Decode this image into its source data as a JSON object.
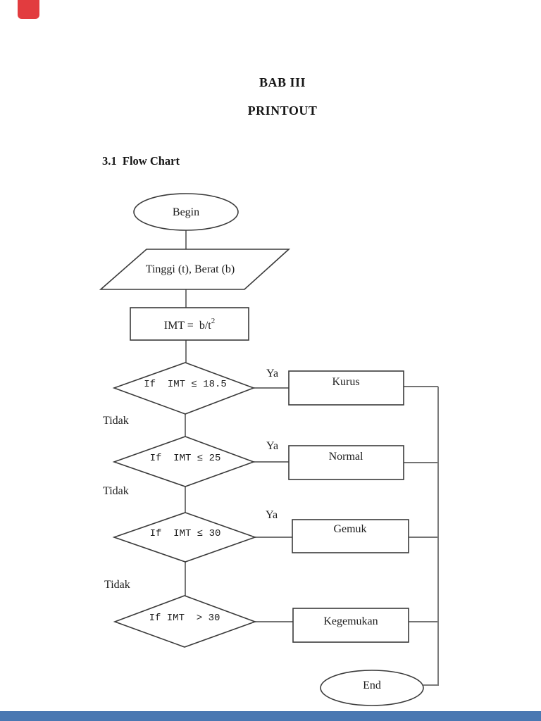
{
  "page": {
    "heading_line1": "BAB III",
    "heading_line2": "PRINTOUT",
    "section_title": "3.1  Flow Chart"
  },
  "chrome": {
    "top_left_marker_color": "#e23c3f",
    "bottom_bar_color": "#4a78b2"
  },
  "chart_data": {
    "type": "flowchart",
    "title": "3.1 Flow Chart",
    "nodes": [
      {
        "id": "begin",
        "shape": "ellipse",
        "label": "Begin"
      },
      {
        "id": "input",
        "shape": "parallelogram",
        "label": "Tinggi (t), Berat (b)"
      },
      {
        "id": "process",
        "shape": "rectangle",
        "label": "IMT = b/t^2"
      },
      {
        "id": "d1",
        "shape": "diamond",
        "label": "If  IMT ≤ 18.5"
      },
      {
        "id": "d2",
        "shape": "diamond",
        "label": "If  IMT ≤ 25"
      },
      {
        "id": "d3",
        "shape": "diamond",
        "label": "If  IMT ≤ 30"
      },
      {
        "id": "d4",
        "shape": "diamond",
        "label": "If IMT  > 30"
      },
      {
        "id": "r1",
        "shape": "rectangle",
        "label": "Kurus"
      },
      {
        "id": "r2",
        "shape": "rectangle",
        "label": "Normal"
      },
      {
        "id": "r3",
        "shape": "rectangle",
        "label": "Gemuk"
      },
      {
        "id": "r4",
        "shape": "rectangle",
        "label": "Kegemukan"
      },
      {
        "id": "end",
        "shape": "ellipse",
        "label": "End"
      }
    ],
    "edges": [
      {
        "from": "begin",
        "to": "input"
      },
      {
        "from": "input",
        "to": "process"
      },
      {
        "from": "process",
        "to": "d1"
      },
      {
        "from": "d1",
        "to": "r1",
        "label": "Ya"
      },
      {
        "from": "d1",
        "to": "d2",
        "label": "Tidak"
      },
      {
        "from": "d2",
        "to": "r2",
        "label": "Ya"
      },
      {
        "from": "d2",
        "to": "d3",
        "label": "Tidak"
      },
      {
        "from": "d3",
        "to": "r3",
        "label": "Ya"
      },
      {
        "from": "d3",
        "to": "d4",
        "label": "Tidak"
      },
      {
        "from": "d4",
        "to": "r4"
      },
      {
        "from": "r1",
        "to": "end"
      },
      {
        "from": "r2",
        "to": "end"
      },
      {
        "from": "r3",
        "to": "end"
      },
      {
        "from": "r4",
        "to": "end"
      }
    ]
  },
  "flowchart": {
    "nodes": {
      "begin": "Begin",
      "input": "Tinggi (t), Berat (b)",
      "process_base": "IMT =  b/t",
      "process_sup": "2",
      "d1": "If  IMT ≤ 18.5",
      "d2": "If  IMT ≤ 25",
      "d3": "If  IMT ≤ 30",
      "d4": "If IMT  > 30",
      "r1": "Kurus",
      "r2": "Normal",
      "r3": "Gemuk",
      "r4": "Kegemukan",
      "end": "End"
    },
    "labels": {
      "yes1": "Ya",
      "yes2": "Ya",
      "yes3": "Ya",
      "no1": "Tidak",
      "no2": "Tidak",
      "no3": "Tidak"
    }
  }
}
